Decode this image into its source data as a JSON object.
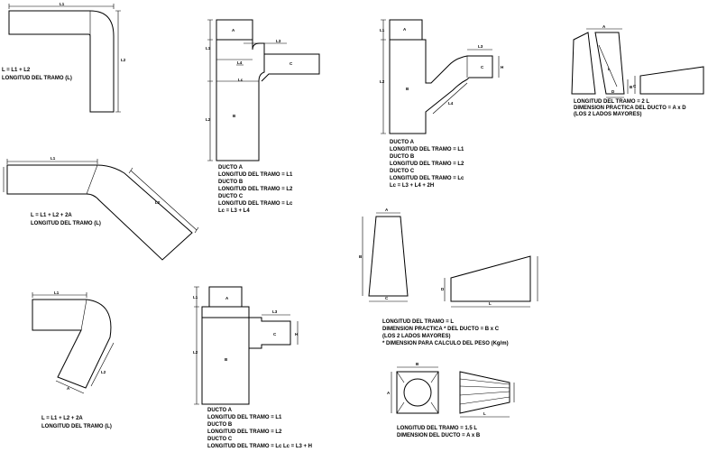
{
  "fig1": {
    "dim_top": "L1",
    "dim_right": "L2",
    "formula": "L = L1 + L2",
    "caption": "LONGITUD DEL TRAMO (L)"
  },
  "fig2": {
    "dim_top": "L1",
    "dim_right": "L2",
    "formula": "L = L1 + L2 + 2A",
    "caption": "LONGITUD DEL TRAMO (L)"
  },
  "fig3": {
    "dim_top": "L1",
    "dim_diag": "L2",
    "dim_a": "A",
    "formula": "L = L1 + L2 + 2A",
    "caption": "LONGITUD DEL TRAMO (L)"
  },
  "fig4": {
    "label_a": "A",
    "label_b": "B",
    "label_c": "C",
    "dim_l1": "L1",
    "dim_l2": "L2",
    "dim_l3": "L3",
    "dim_l4": "L4",
    "dim_lc": "Lc",
    "lines": [
      "DUCTO A",
      "LONGITUD DEL TRAMO = L1",
      "DUCTO B",
      "LONGITUD DEL TRAMO = L2",
      "DUCTO C",
      "LONGITUD DEL TRAMO = Lc",
      "Lc = L3 + L4"
    ]
  },
  "fig5": {
    "label_a": "A",
    "label_b": "B",
    "label_c": "C",
    "dim_l1": "L1",
    "dim_l2": "L2",
    "dim_l3": "L3",
    "dim_h": "H",
    "lines": [
      "DUCTO A",
      "LONGITUD DEL TRAMO = L1",
      "DUCTO B",
      "LONGITUD DEL TRAMO = L2",
      "DUCTO C",
      "LONGITUD DEL TRAMO = Lc",
      "Lc = L3 + H"
    ]
  },
  "fig6": {
    "label_a": "A",
    "label_b": "B",
    "label_c": "C",
    "dim_l1": "L1",
    "dim_l2": "L2",
    "dim_l3": "L3",
    "dim_l4": "L4",
    "dim_h": "H",
    "lines": [
      "DUCTO A",
      "LONGITUD DEL TRAMO = L1",
      "DUCTO B",
      "LONGITUD DEL TRAMO = L2",
      "DUCTO C",
      "LONGITUD DEL TRAMO = Lc",
      "Lc = L3 + L4 + 2H"
    ]
  },
  "fig7": {
    "label_a": "A",
    "label_b": "B",
    "label_c": "C",
    "label_d": "D",
    "label_l": "L",
    "lines": [
      "LONGITUD DEL TRAMO = L",
      "DIMENSION PRACTICA * DEL DUCTO = B x C",
      "(LOS 2 LADOS MAYORES)",
      "* DIMENSION PARA CALCULO DEL PESO (Kg/m)"
    ]
  },
  "fig8": {
    "label_a": "A",
    "label_b": "B",
    "label_c": "C",
    "label_d": "D",
    "label_l": "L",
    "lines": [
      "LONGITUD DEL TRAMO = 2 L",
      "DIMENSION PRACTICA DEL DUCTO = A x D",
      "(LOS 2 LADOS MAYORES)"
    ]
  },
  "fig9": {
    "label_a": "A",
    "label_b": "B",
    "label_l": "L",
    "lines": [
      "LONGITUD DEL TRAMO = 1.5 L",
      "DIMENSION DEL DUCTO = A x B"
    ]
  }
}
